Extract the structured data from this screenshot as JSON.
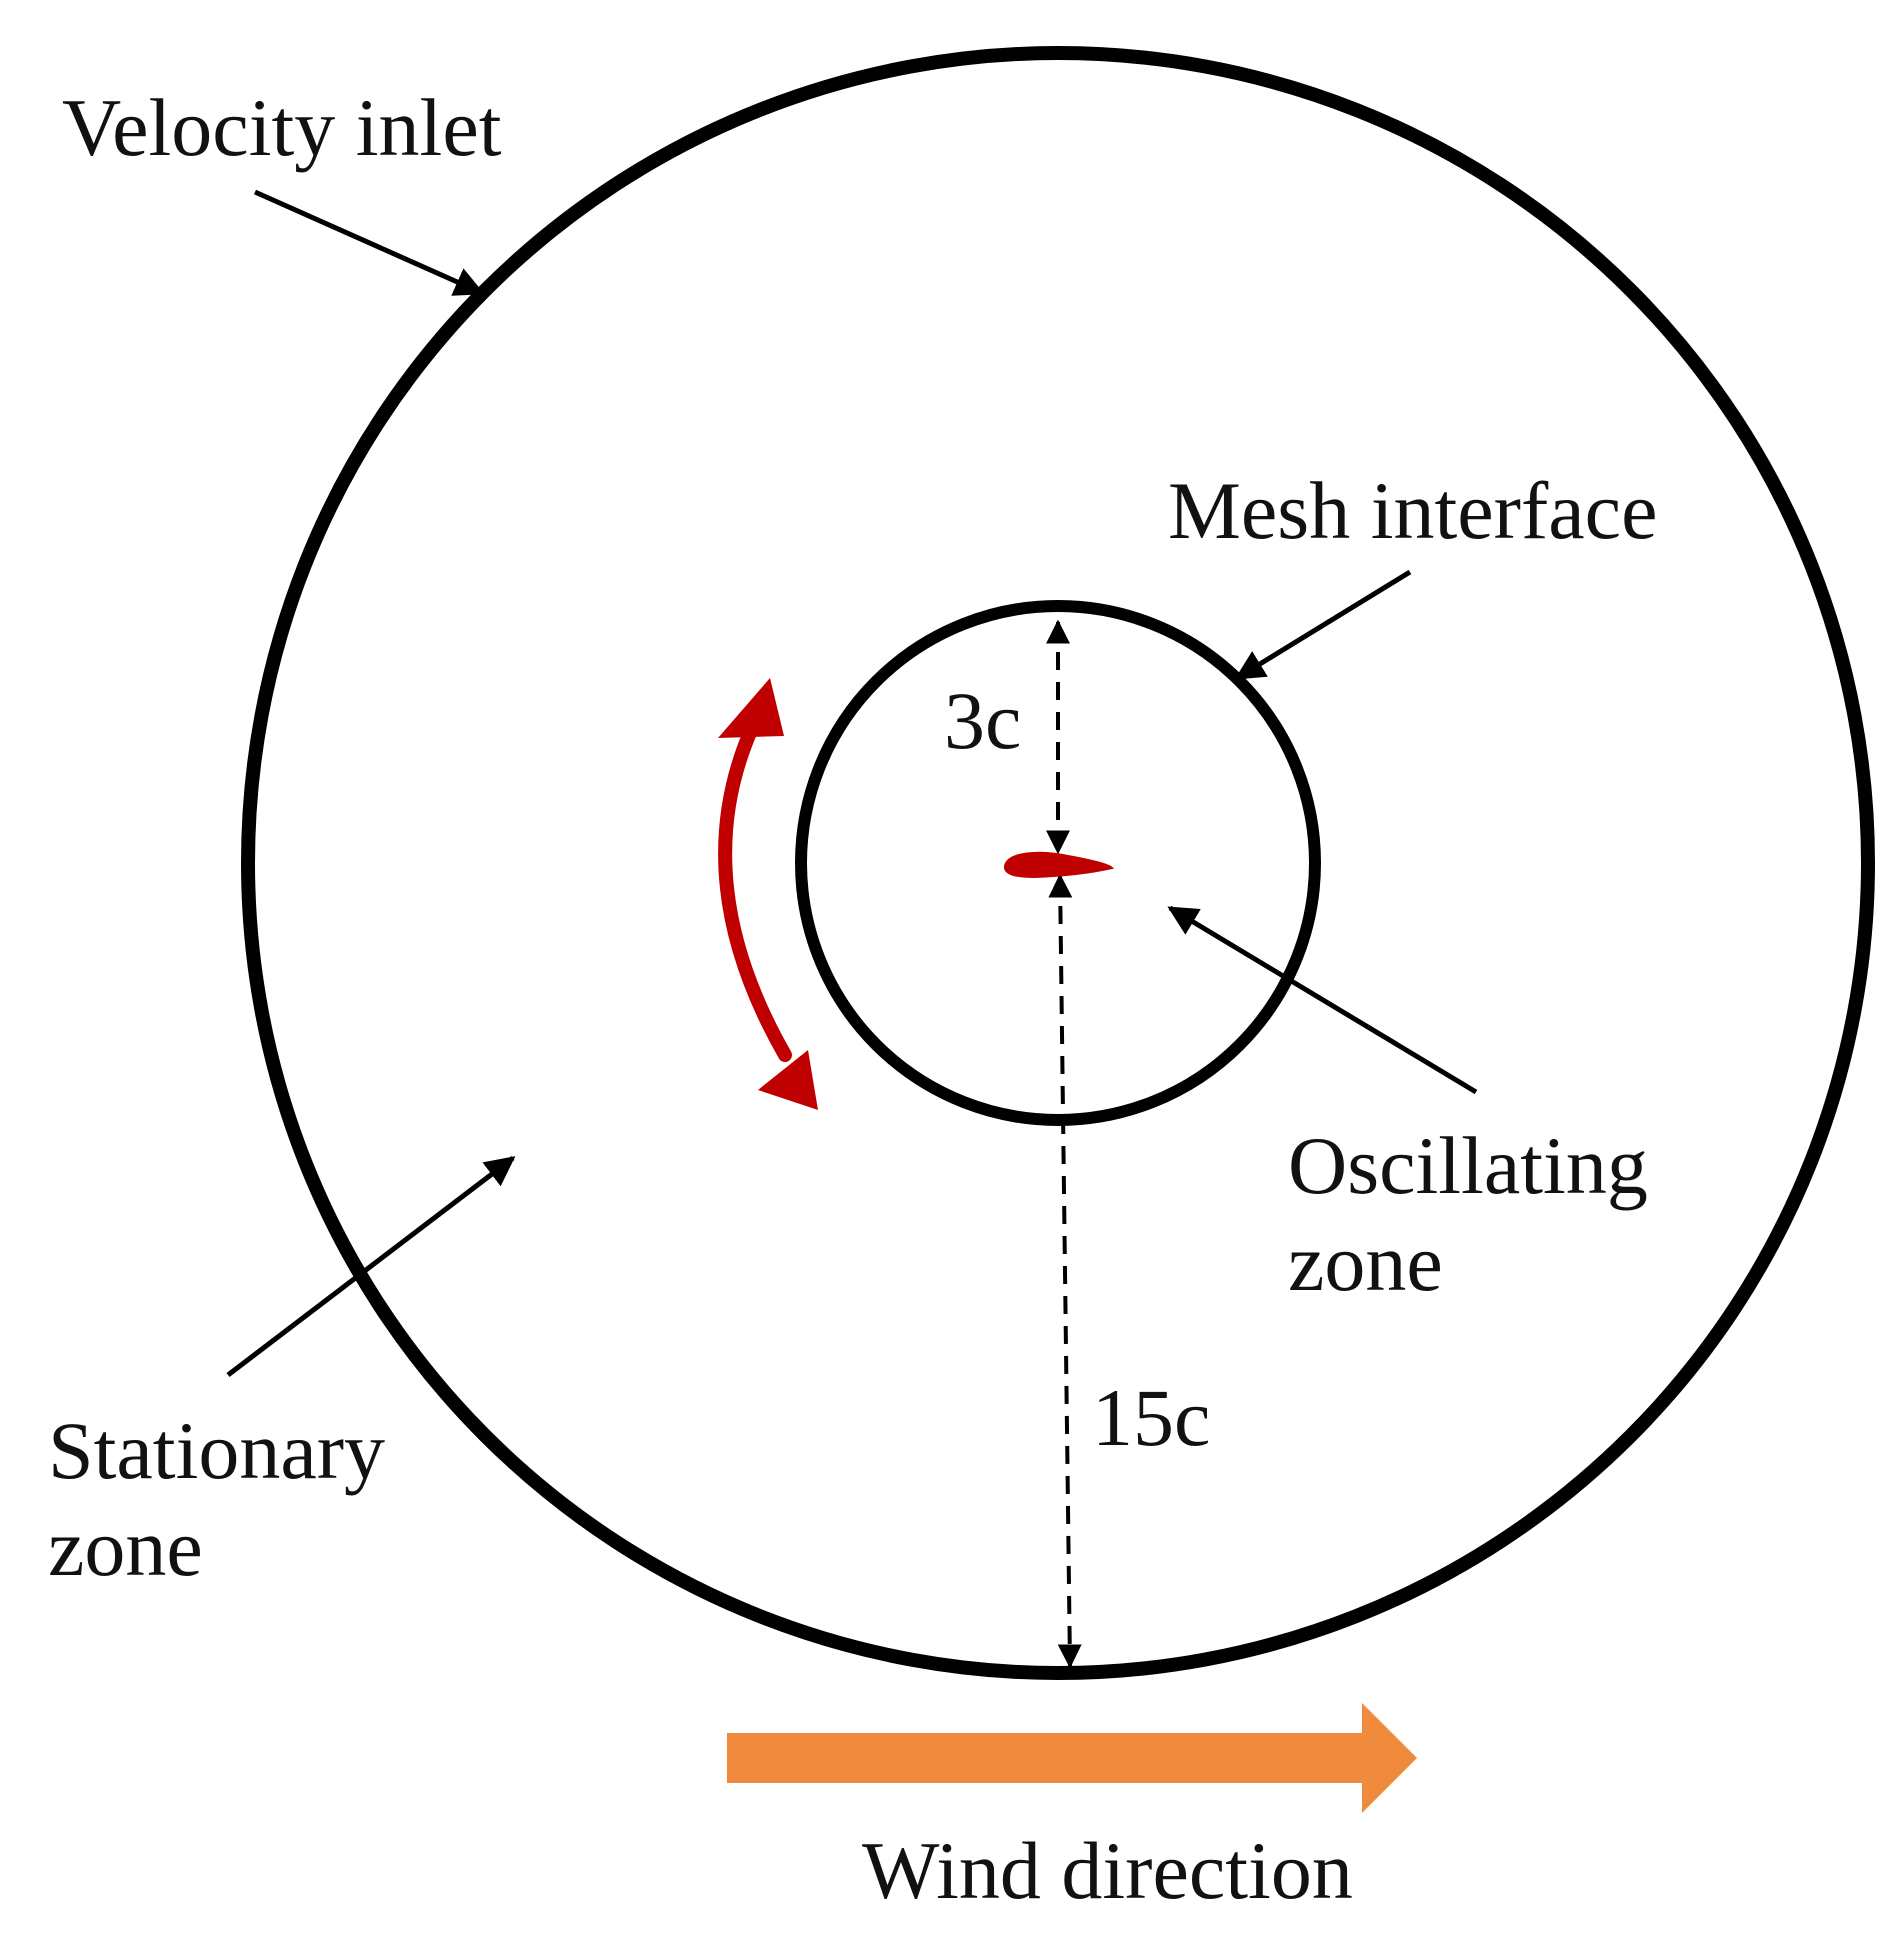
{
  "labels": {
    "velocity_inlet": "Velocity inlet",
    "mesh_interface": "Mesh interface",
    "oscillating_zone_line1": "Oscillating",
    "oscillating_zone_line2": "zone",
    "stationary_zone_line1": "Stationary",
    "stationary_zone_line2": "zone",
    "inner_radius": "3c",
    "outer_radius": "15c",
    "wind_direction": "Wind direction"
  },
  "icons": {
    "oscillation": "double-headed-curved-arrow",
    "wind": "block-arrow-right",
    "airfoil": "airfoil-shape"
  },
  "colors": {
    "boundary": "#000000",
    "oscillation_arrow": "#c00000",
    "airfoil": "#c00000",
    "wind_arrow": "#f08a3c",
    "text": "#111111"
  }
}
